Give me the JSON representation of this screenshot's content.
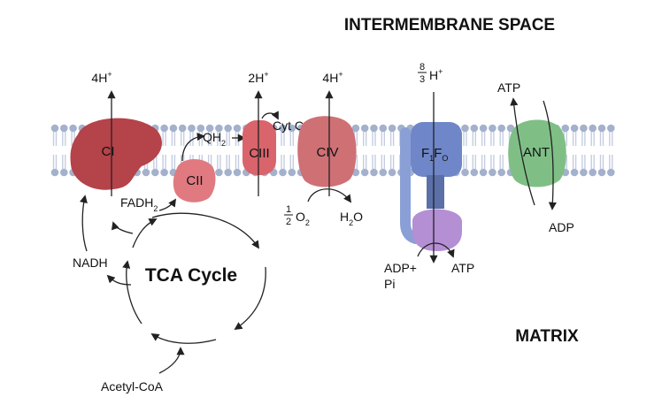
{
  "regions": {
    "top": "INTERMEMBRANE SPACE",
    "bottom": "MATRIX"
  },
  "complexes": {
    "ci": "CI",
    "cii": "CII",
    "ciii": "CIII",
    "civ": "CIV",
    "f1fo": {
      "f": "F",
      "sub1": "1",
      "f2": "F",
      "sub2": "O"
    },
    "ant": "ANT"
  },
  "protons": {
    "ci": "4H",
    "ciii": "2H",
    "civ": "4H",
    "f1fo_num": "8",
    "f1fo_den": "3",
    "f1fo_h": "H",
    "plus": "+"
  },
  "metabolites": {
    "qh2": {
      "base": "QH",
      "sub": "2"
    },
    "fadh2": {
      "base": "FADH",
      "sub": "2"
    },
    "cytc": "Cyt C",
    "half_num": "1",
    "half_den": "2",
    "o2": {
      "base": "O",
      "sub": "2"
    },
    "h2o": {
      "base": "H",
      "sub": "2",
      "rest": "O"
    },
    "adp_pi_1": "ADP+",
    "adp_pi_2": "Pi",
    "atp_synthase": "ATP",
    "atp_ant": "ATP",
    "adp_ant": "ADP",
    "nadh": "NADH",
    "tca": "TCA Cycle",
    "acetyl_coa": "Acetyl-CoA"
  },
  "colors": {
    "ci": "#b5434a",
    "cii": "#e07a80",
    "ciii": "#d9646b",
    "civ": "#cf7075",
    "fo": "#6f86c8",
    "stalk": "#5b6fa8",
    "f1": "#b48fd3",
    "ant": "#7fbf86",
    "lipid_head": "#a4b1cc",
    "lipid_tail": "#c5cde0"
  }
}
